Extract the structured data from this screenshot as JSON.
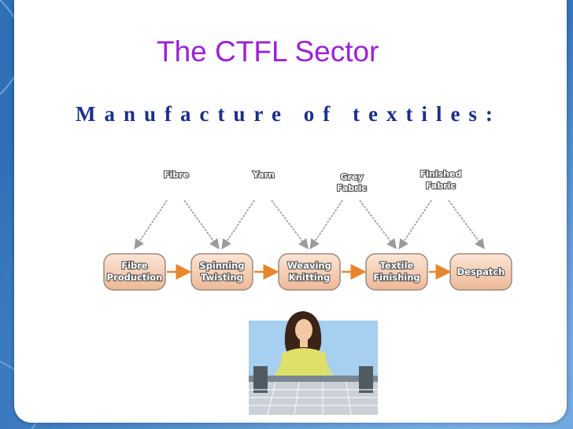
{
  "title": "The CTFL Sector",
  "subtitle": "Manufacture of textiles:",
  "diagram": {
    "inputs": [
      {
        "line1": "Fibre",
        "line2": ""
      },
      {
        "line1": "Yarn",
        "line2": ""
      },
      {
        "line1": "Grey",
        "line2": "Fabric"
      },
      {
        "line1": "Finished",
        "line2": "Fabric"
      }
    ],
    "stages": [
      {
        "line1": "Fibre",
        "line2": "Production"
      },
      {
        "line1": "Spinning",
        "line2": "Twisting"
      },
      {
        "line1": "Weaving",
        "line2": "Knitting"
      },
      {
        "line1": "Textile",
        "line2": "Finishing"
      },
      {
        "line1": "Despatch",
        "line2": ""
      }
    ],
    "colors": {
      "arrow": "#e8862e",
      "box_fill": "#f4cfb2",
      "box_border": "#9a8a80",
      "grey_arrows": "#9a9a9a"
    }
  },
  "illustration": "woman-at-loom-clipart",
  "colors": {
    "title": "#9b22d6",
    "subtitle": "#1a2f8c",
    "background_blue": "#4a86c8"
  }
}
